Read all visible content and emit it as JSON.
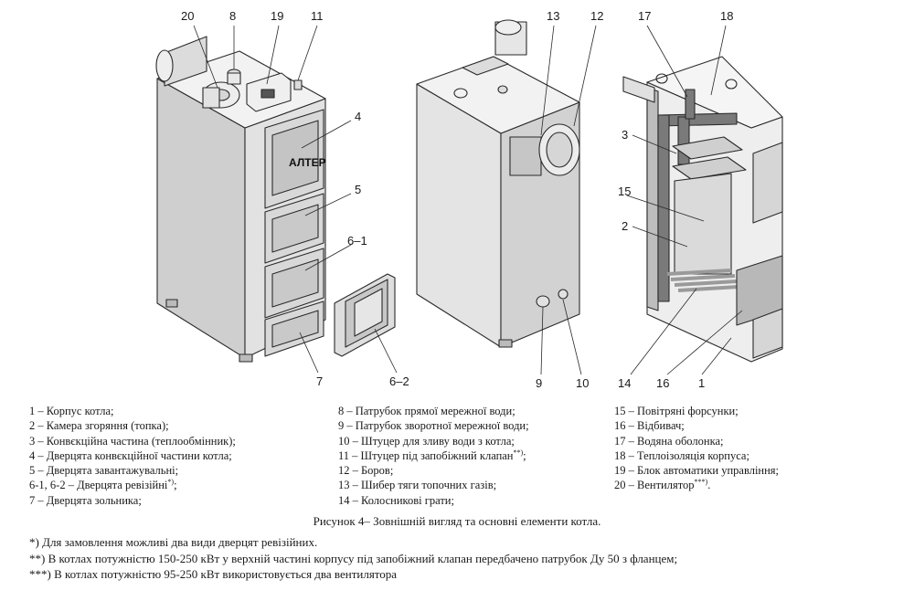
{
  "callouts": {
    "c20": "20",
    "c8": "8",
    "c19": "19",
    "c11": "11",
    "c4": "4",
    "c5": "5",
    "c61": "6–1",
    "c7": "7",
    "c62": "6–2",
    "c13": "13",
    "c12": "12",
    "c9": "9",
    "c10": "10",
    "c17": "17",
    "c18": "18",
    "c3": "3",
    "c15": "15",
    "c2": "2",
    "c14": "14",
    "c16": "16",
    "c1": "1"
  },
  "brand": "АЛТЕР",
  "legend": {
    "col1": [
      {
        "text": "1 – Корпус котла;"
      },
      {
        "text": "2 – Камера згоряння (топка);"
      },
      {
        "text": "3 – Конвєкційна частина (теплообмінник);"
      },
      {
        "text": "4 – Дверцята конвєкційної частини котла;"
      },
      {
        "text": "5 – Дверцята завантажувальні;"
      },
      {
        "text": "6-1, 6-2 – Дверцята ревізійні",
        "sup": "*)",
        "after": ";"
      },
      {
        "text": "7 – Дверцята зольника;"
      }
    ],
    "col2": [
      {
        "text": "8 – Патрубок прямої мережної води;"
      },
      {
        "text": "9 – Патрубок зворотної мережної води;"
      },
      {
        "text": "10 – Штуцер для зливу води з котла;"
      },
      {
        "text": "11 – Штуцер під запобіжний клапан",
        "sup": "**)",
        "after": ";"
      },
      {
        "text": "12 – Боров;"
      },
      {
        "text": "13 – Шибер тяги топочних газів;"
      },
      {
        "text": "14 – Колосникові грати;"
      }
    ],
    "col3": [
      {
        "text": "15 – Повітряні форсунки;"
      },
      {
        "text": "16 – Відбивач;"
      },
      {
        "text": "17 – Водяна оболонка;"
      },
      {
        "text": "18 – Теплоізоляція корпуса;"
      },
      {
        "text": "19 – Блок автоматики управління;"
      },
      {
        "text": "20 – Вентилятор",
        "sup": "***)",
        "after": "."
      }
    ]
  },
  "caption": "Рисунок 4– Зовнішній вигляд та основні елементи котла.",
  "notes": [
    "*) Для замовлення можливі два види дверцят ревізійних.",
    "**) В котлах потужністю 150-250 кВт у верхній частині корпусу під запобіжний клапан передбачено патрубок Ду 50 з фланцем;",
    "***) В котлах потужністю 95-250 кВт використовується два вентилятора"
  ]
}
